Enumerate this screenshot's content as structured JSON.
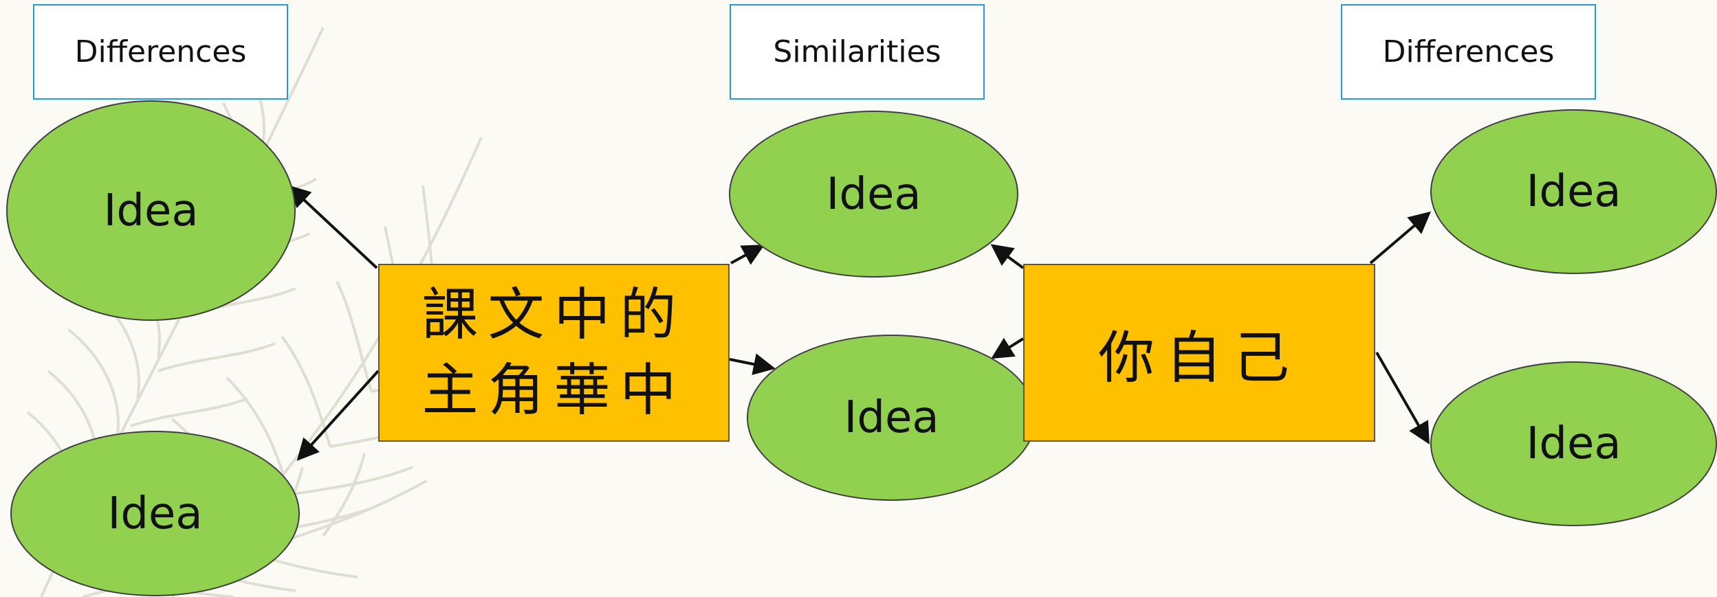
{
  "colors": {
    "background": "#fbfaf5",
    "header_border": "#1f9bd8",
    "idea_fill": "#92d050",
    "idea_border": "#3f3f3f",
    "center_fill": "#ffc000",
    "arrow": "#111111"
  },
  "headers": {
    "left": "Differences",
    "center": "Similarities",
    "right": "Differences"
  },
  "center_boxes": {
    "left": "課文中的主角華中",
    "right": "你自己"
  },
  "ideas": {
    "left_top": "Idea",
    "left_bottom": "Idea",
    "center_top": "Idea",
    "center_bottom": "Idea",
    "right_top": "Idea",
    "right_bottom": "Idea"
  }
}
